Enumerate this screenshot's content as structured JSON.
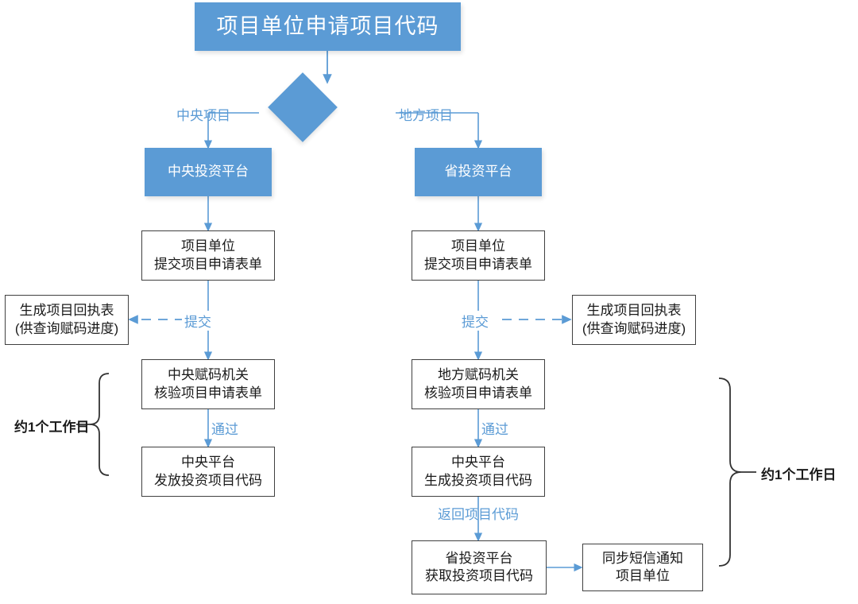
{
  "diagram": {
    "type": "flowchart",
    "title": "项目单位申请项目代码",
    "accent_color": "#5B9BD5",
    "box_border_color": "#404040",
    "nodes": {
      "title": {
        "label": "项目单位申请项目代码"
      },
      "decision": {
        "label": ""
      },
      "central_platform": {
        "label": "中央投资平台"
      },
      "province_platform": {
        "label": "省投资平台"
      },
      "left_submit": {
        "line1": "项目单位",
        "line2": "提交项目申请表单"
      },
      "right_submit": {
        "line1": "项目单位",
        "line2": "提交项目申请表单"
      },
      "left_receipt": {
        "line1": "生成项目回执表",
        "line2": "(供查询赋码进度)"
      },
      "right_receipt": {
        "line1": "生成项目回执表",
        "line2": "(供查询赋码进度)"
      },
      "left_verify": {
        "line1": "中央赋码机关",
        "line2": "核验项目申请表单"
      },
      "right_verify": {
        "line1": "地方赋码机关",
        "line2": "核验项目申请表单"
      },
      "left_issue": {
        "line1": "中央平台",
        "line2": "发放投资项目代码"
      },
      "right_generate": {
        "line1": "中央平台",
        "line2": "生成投资项目代码"
      },
      "province_fetch": {
        "line1": "省投资平台",
        "line2": "获取投资项目代码"
      },
      "sms_notify": {
        "line1": "同步短信通知",
        "line2": "项目单位"
      }
    },
    "edge_labels": {
      "branch_central": "中央项目",
      "branch_local": "地方项目",
      "left_submit_label": "提交",
      "right_submit_label": "提交",
      "left_pass": "通过",
      "right_pass": "通过",
      "return_code": "返回项目代码"
    },
    "annotations": {
      "left_duration": "约1个工作日",
      "right_duration": "约1个工作日"
    }
  }
}
